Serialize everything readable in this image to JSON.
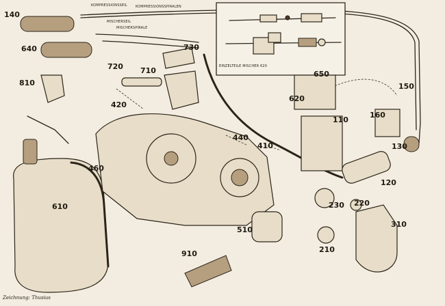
{
  "labels": {
    "kompressionsseil": "KOMPRESSIONSSEIL",
    "kompressionsspiralen": "KOMPRESSIONSSPIRALEN",
    "mischerseil": "MISCHERSEIL",
    "mischerspirale": "MISCHERSPIRALE",
    "inset_caption": "EINZELTEILE MISCHER 620"
  },
  "parts": [
    {
      "key": "p140",
      "label": "140"
    },
    {
      "key": "p640",
      "label": "640"
    },
    {
      "key": "p730",
      "label": "730"
    },
    {
      "key": "p720",
      "label": "720"
    },
    {
      "key": "p710",
      "label": "710"
    },
    {
      "key": "p810",
      "label": "810"
    },
    {
      "key": "p420",
      "label": "420"
    },
    {
      "key": "p650",
      "label": "650"
    },
    {
      "key": "p620",
      "label": "620"
    },
    {
      "key": "p150",
      "label": "150"
    },
    {
      "key": "p110",
      "label": "110"
    },
    {
      "key": "p160",
      "label": "160"
    },
    {
      "key": "p440",
      "label": "440"
    },
    {
      "key": "p410",
      "label": "410"
    },
    {
      "key": "p130",
      "label": "130"
    },
    {
      "key": "p460",
      "label": "460"
    },
    {
      "key": "p120",
      "label": "120"
    },
    {
      "key": "p610",
      "label": "610"
    },
    {
      "key": "p230",
      "label": "230"
    },
    {
      "key": "p220",
      "label": "220"
    },
    {
      "key": "p510",
      "label": "510"
    },
    {
      "key": "p310",
      "label": "310"
    },
    {
      "key": "p910",
      "label": "910"
    },
    {
      "key": "p210",
      "label": "210"
    }
  ],
  "credit": "Zeichnung: Thusius"
}
